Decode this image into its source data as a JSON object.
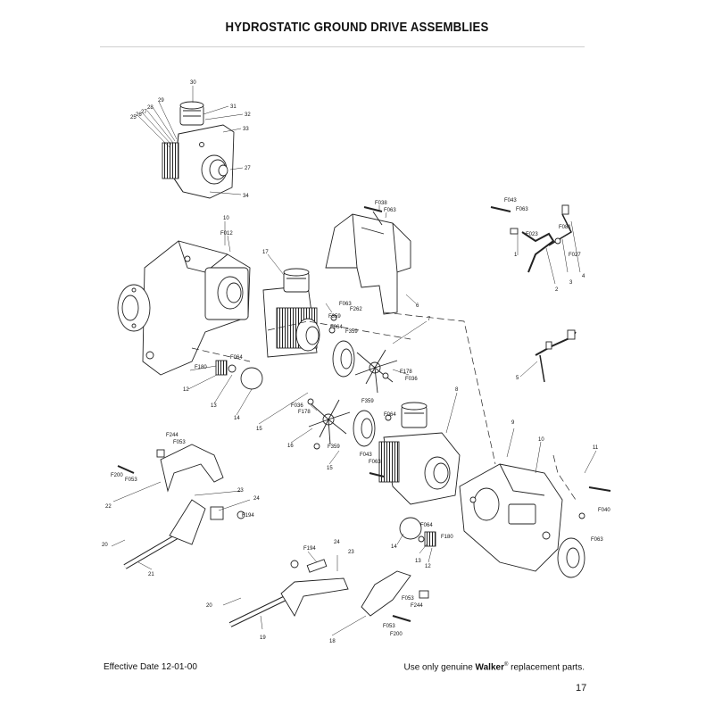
{
  "page": {
    "title": "HYDROSTATIC GROUND DRIVE ASSEMBLIES",
    "footer_left": "Effective Date 12-01-00",
    "footer_right_prefix": "Use only genuine ",
    "footer_right_brand": "Walker",
    "footer_right_mark": "®",
    "footer_right_suffix": " replacement parts.",
    "page_number": "17"
  },
  "callouts": {
    "c30": "30",
    "c31": "31",
    "c32": "32",
    "c33": "33",
    "c27a": "27",
    "c34": "34",
    "c25": "25",
    "c26": "26",
    "c27b": "27",
    "c28": "28",
    "c29": "29",
    "c10a": "10",
    "cF012": "F012",
    "c17": "17",
    "cF063a": "F063",
    "cF262": "F262",
    "cF359a": "F359",
    "cF064a": "F064",
    "cF359b": "F359",
    "c7": "7",
    "cF038": "F038",
    "cF063b": "F063",
    "c6": "6",
    "cF043a": "F043",
    "cF063c": "F063",
    "cF023": "F023",
    "cF081": "F081",
    "cF027": "F027",
    "c1": "1",
    "c2": "2",
    "c3": "3",
    "c4": "4",
    "c5": "5",
    "cF180a": "F180",
    "cF064b": "F064",
    "c12a": "12",
    "c13a": "13",
    "c14a": "14",
    "cF178a": "F178",
    "cF036a": "F036",
    "cF036b": "F036",
    "cF178b": "F178",
    "cF359c": "F359",
    "cF064c": "F064",
    "c8": "8",
    "c15a": "15",
    "c16": "16",
    "cF359d": "F359",
    "c15b": "15",
    "cF043b": "F043",
    "cF063d": "F063",
    "c9": "9",
    "c10b": "10",
    "c11": "11",
    "cF040": "F040",
    "cF063e": "F063",
    "cF064d": "F064",
    "cF180b": "F180",
    "c14b": "14",
    "c13b": "13",
    "c12b": "12",
    "cF244a": "F244",
    "cF053a": "F053",
    "cF200a": "F200",
    "cF053b": "F053",
    "c23a": "23",
    "c24a": "24",
    "cF194a": "F194",
    "c22": "22",
    "c20a": "20",
    "c21": "21",
    "cF194b": "F194",
    "c24b": "24",
    "c23b": "23",
    "c20b": "20",
    "c19": "19",
    "c18": "18",
    "cF053c": "F053",
    "cF244b": "F244",
    "cF053d": "F053",
    "cF200b": "F200"
  }
}
